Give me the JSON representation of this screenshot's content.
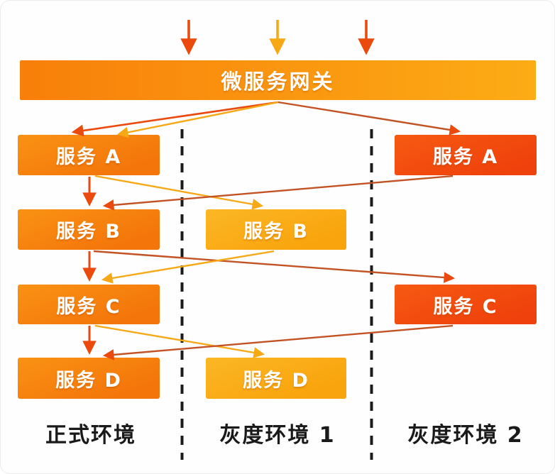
{
  "gateway": {
    "label": "微服务网关"
  },
  "environments": [
    {
      "id": "prod",
      "name": "正式环境",
      "services": [
        "服务 A",
        "服务 B",
        "服务 C",
        "服务 D"
      ]
    },
    {
      "id": "gray1",
      "name": "灰度环境 1",
      "services": [
        "服务 B",
        "服务 D"
      ]
    },
    {
      "id": "gray2",
      "name": "灰度环境 2",
      "services": [
        "服务 A",
        "服务 C"
      ]
    }
  ],
  "colors": {
    "gateway_gradient_left": "#F87F0A",
    "gateway_gradient_right": "#FCAC15",
    "production_box": "#F4760A",
    "gray1_box": "#F9A40C",
    "gray2_box": "#EF410C",
    "arrow_red": "#EA4A0D",
    "arrow_amber": "#F6A815",
    "arrow_dark_red": "#C25324",
    "divider": "#1B1B1B",
    "env_label_text": "#1A1A1A",
    "box_text": "#FFFFFF"
  },
  "edges": [
    {
      "from": "external",
      "to": "gateway",
      "style": "red"
    },
    {
      "from": "external",
      "to": "gateway",
      "style": "amber"
    },
    {
      "from": "external",
      "to": "gateway",
      "style": "red"
    },
    {
      "from": "gateway",
      "to": "prod 服务 A",
      "style": "red"
    },
    {
      "from": "gateway",
      "to": "prod 服务 A",
      "style": "amber"
    },
    {
      "from": "gateway",
      "to": "gray2 服务 A",
      "style": "dark-red"
    },
    {
      "from": "prod 服务 A",
      "to": "prod 服务 B",
      "style": "red"
    },
    {
      "from": "prod 服务 A",
      "to": "gray1 服务 B",
      "style": "amber"
    },
    {
      "from": "gray2 服务 A",
      "to": "prod 服务 B",
      "style": "dark-red"
    },
    {
      "from": "prod 服务 B",
      "to": "prod 服务 C",
      "style": "red"
    },
    {
      "from": "prod 服务 B",
      "to": "gray2 服务 C",
      "style": "dark-red"
    },
    {
      "from": "gray1 服务 B",
      "to": "prod 服务 C",
      "style": "amber"
    },
    {
      "from": "prod 服务 C",
      "to": "prod 服务 D",
      "style": "red"
    },
    {
      "from": "prod 服务 C",
      "to": "gray1 服务 D",
      "style": "amber"
    },
    {
      "from": "gray2 服务 C",
      "to": "prod 服务 D",
      "style": "dark-red"
    }
  ]
}
